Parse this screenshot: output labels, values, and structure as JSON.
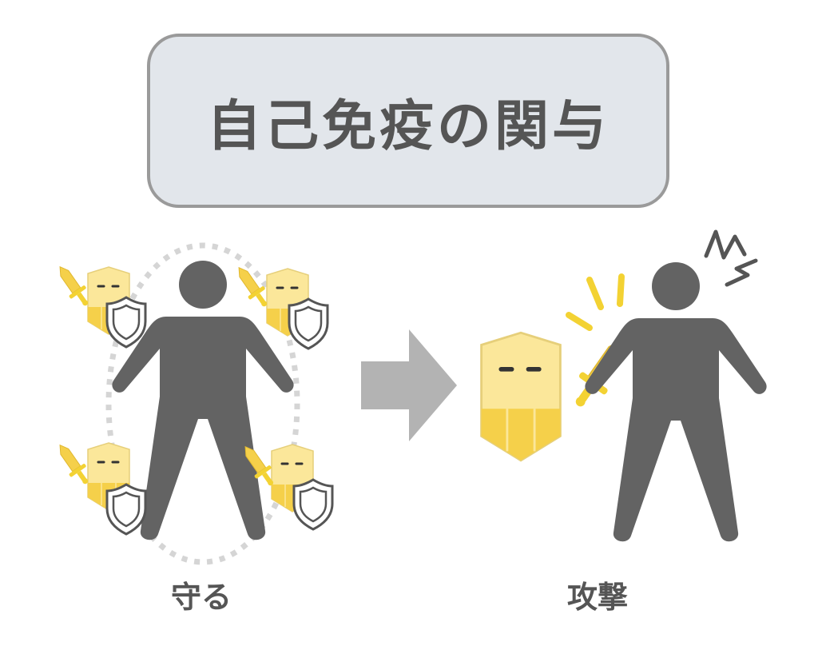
{
  "title": "自己免疫の関与",
  "left_label": "守る",
  "right_label": "攻撃",
  "colors": {
    "title_bg": "#e2e6eb",
    "title_border": "#9a9a9a",
    "text": "#555555",
    "person": "#636363",
    "arrow": "#b3b3b3",
    "shield_light": "#fbe79a",
    "shield_dark": "#f5d04a",
    "accent": "#f3d233"
  },
  "icons": [
    "person-icon",
    "shield-cell-icon",
    "sword-icon",
    "guard-shield-icon",
    "arrow-right-icon",
    "anger-mark-icon"
  ]
}
